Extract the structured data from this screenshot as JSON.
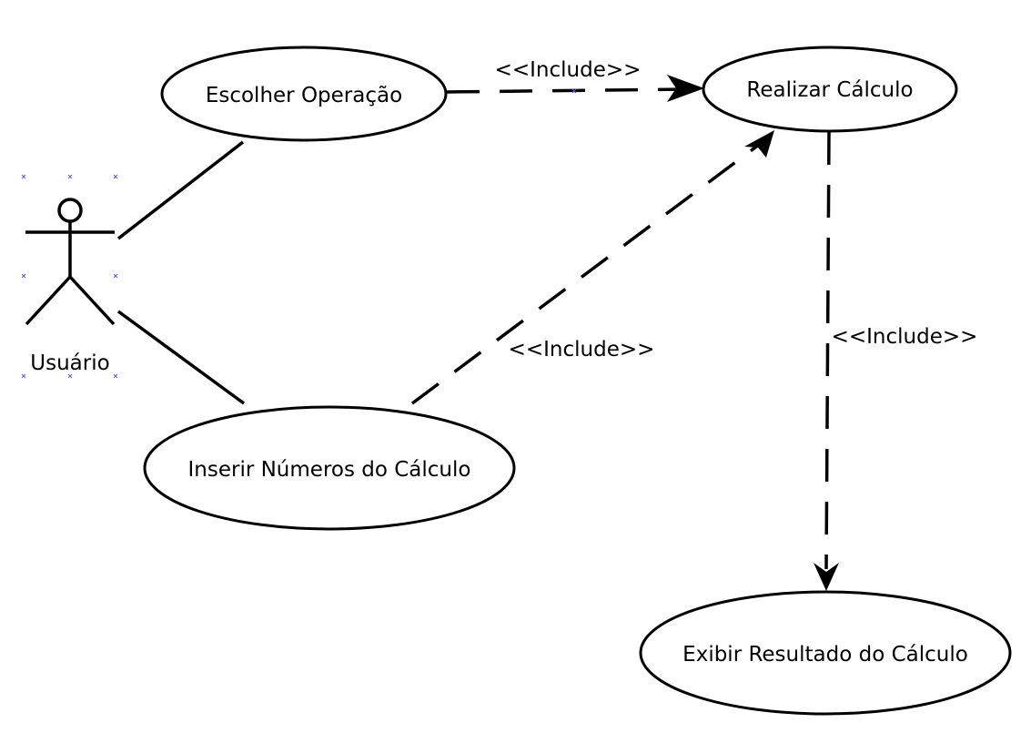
{
  "actor": {
    "name": "Usuário"
  },
  "use_cases": {
    "escolher_operacao": "Escolher Operação",
    "realizar_calculo": "Realizar Cálculo",
    "inserir_numeros": "Inserir Números do Cálculo",
    "exibir_resultado": "Exibir Resultado do Cálculo"
  },
  "relationships": {
    "include_top": "<<Include>>",
    "include_middle": "<<Include>>",
    "include_right": "<<Include>>"
  },
  "colors": {
    "line": "#000000",
    "background": "#ffffff",
    "selection_handle": "#5a5ad0"
  }
}
